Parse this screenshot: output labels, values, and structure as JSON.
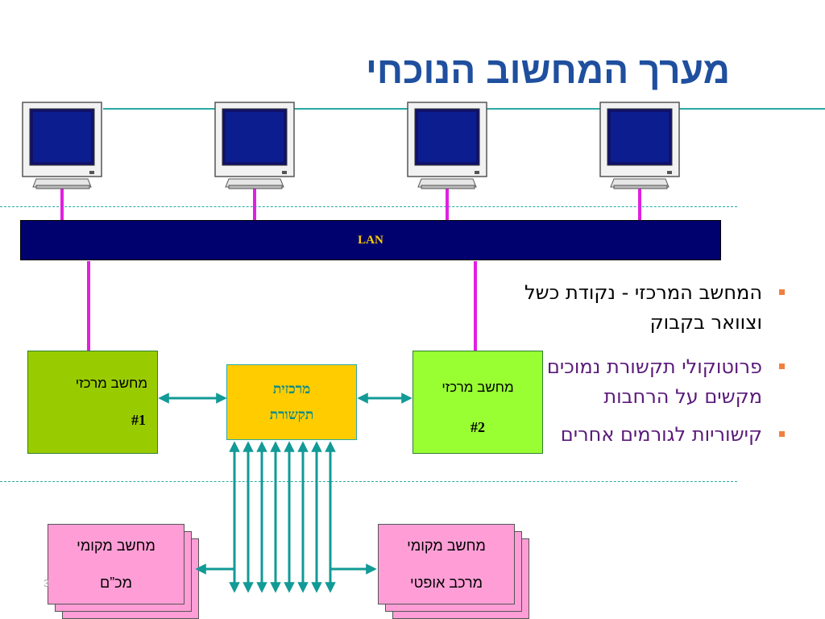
{
  "title": "מערך המחשוב הנוכחי",
  "lan_label": "LAN",
  "central1": {
    "line1": "מחשב מרכזי",
    "line2": "#1"
  },
  "central2": {
    "line1": "מחשב מרכזי",
    "line2": "#2"
  },
  "hub": {
    "line1": "מרכזית",
    "line2": "תקשורת"
  },
  "local1": {
    "line1": "מחשב מקומי",
    "line2": "מכ”ם"
  },
  "local2": {
    "line1": "מחשב מקומי",
    "line2": "מרכב אופטי"
  },
  "bullets": [
    {
      "text": "המחשב המרכזי - נקודת כשל וצוואר בקבוק"
    },
    {
      "text": "פרוטוקולי תקשורת נמוכים מקשים על הרחבות"
    },
    {
      "text": "קישוריות לגורמים אחרים"
    }
  ],
  "page_number": "3",
  "colors": {
    "title": "#1f4f9e",
    "lan": "#00006e",
    "lan_text": "#ffd000",
    "wire": "#e020e0",
    "teal": "#2aa9a4",
    "central1": "#99cc00",
    "central2": "#99ff33",
    "hub": "#ffcc00",
    "local": "#ff9ed6",
    "bullet_marker": "#f08040"
  }
}
